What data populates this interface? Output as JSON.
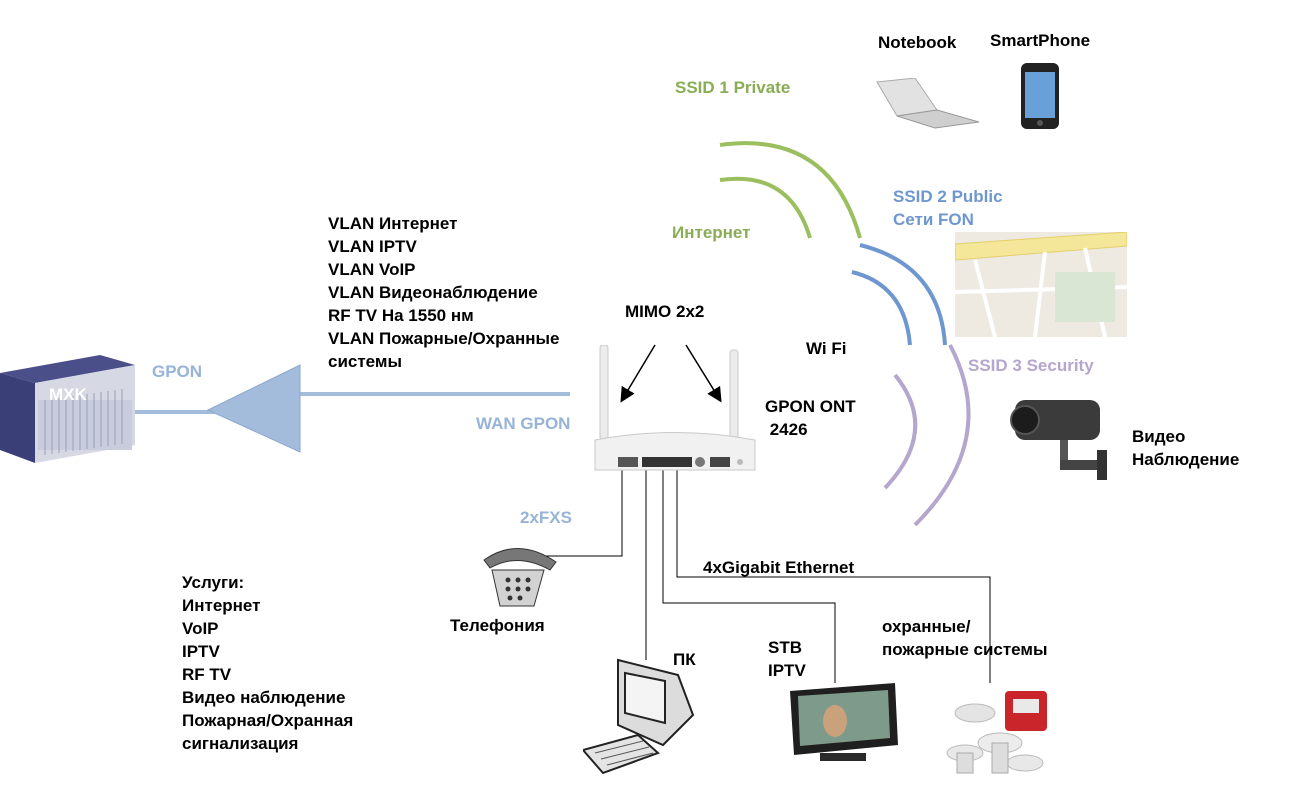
{
  "labels": {
    "notebook": "Notebook",
    "smartphone": "SmartPhone",
    "ssid1": "SSID 1 Private",
    "internet": "Интернет",
    "ssid2": "SSID 2 Public\nСети FON",
    "wifi": "Wi Fi",
    "ssid3": "SSID 3 Security",
    "video": "Видео\nНаблюдение",
    "vlan": "VLAN Интернет\nVLAN IPTV\nVLAN VoIP\nVLAN Видеонаблюдение\nRF TV На 1550 нм\nVLAN Пожарные/Охранные\nсистемы",
    "mimo": "MIMO 2x2",
    "gpon_ont": "GPON ONT\n 2426",
    "gpon": "GPON",
    "mxk": "MXK",
    "wan_gpon": "WAN GPON",
    "fxs": "2xFXS",
    "telephony": "Телефония",
    "gige": "4xGigabit Ethernet",
    "pc": "ПК",
    "stb": "STB\nIPTV",
    "security": "охранные/\nпожарные системы",
    "services": "Услуги:\nИнтернет\nVoIP\nIPTV\nRF TV\nВидео наблюдение\nПожарная/Охранная\nсигнализация"
  },
  "colors": {
    "green": "#8aac55",
    "blue": "#6f97cf",
    "lavender": "#b4a6cd",
    "fiber": "#a4bcdc"
  },
  "icons": [
    "server-chassis-icon",
    "router-icon",
    "notebook-icon",
    "smartphone-icon",
    "map-icon",
    "camera-icon",
    "telephone-icon",
    "pc-icon",
    "tv-icon",
    "sensors-icon"
  ]
}
